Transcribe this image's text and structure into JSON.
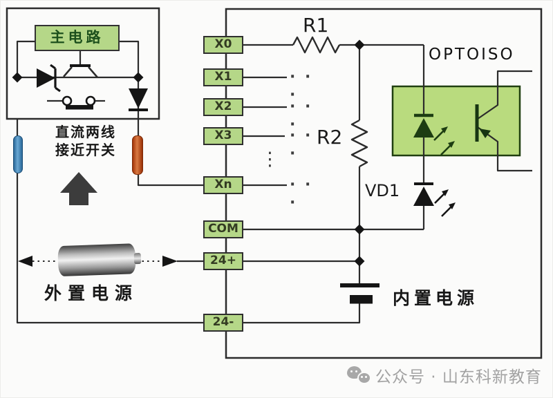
{
  "diagram": {
    "title_context": "PLC optocoupler input circuit with DC two-wire proximity switch",
    "labels": {
      "main_circuit": "主电路",
      "sensor_line1": "直流两线",
      "sensor_line2": "接近开关",
      "external_supply": "外置电源",
      "internal_supply": "内置电源",
      "r1": "R1",
      "r2": "R2",
      "vd1": "VD1",
      "optoiso": "OPTOISO",
      "dots_horizontal": "· · ·",
      "dots_vertical": "⋮"
    },
    "terminals": {
      "labels": [
        "X0",
        "X1",
        "X2",
        "X3",
        "Xn",
        "COM",
        "24+",
        "24-"
      ]
    },
    "watermark": {
      "icon": "wechat-icon",
      "text": "公众号 · 山东科新教育"
    },
    "colors": {
      "terminal_green": "#b5d788",
      "optoiso_green": "#b9db7e",
      "symbol_dark_green": "#1d3d12",
      "wire_black": "#2b2b2b",
      "blue_wire_bar": "#2a6899",
      "red_wire_bar": "#a33508",
      "block_arrow_gray": "#3c3c3c",
      "watermark_gray": "#a2a2a2"
    }
  }
}
